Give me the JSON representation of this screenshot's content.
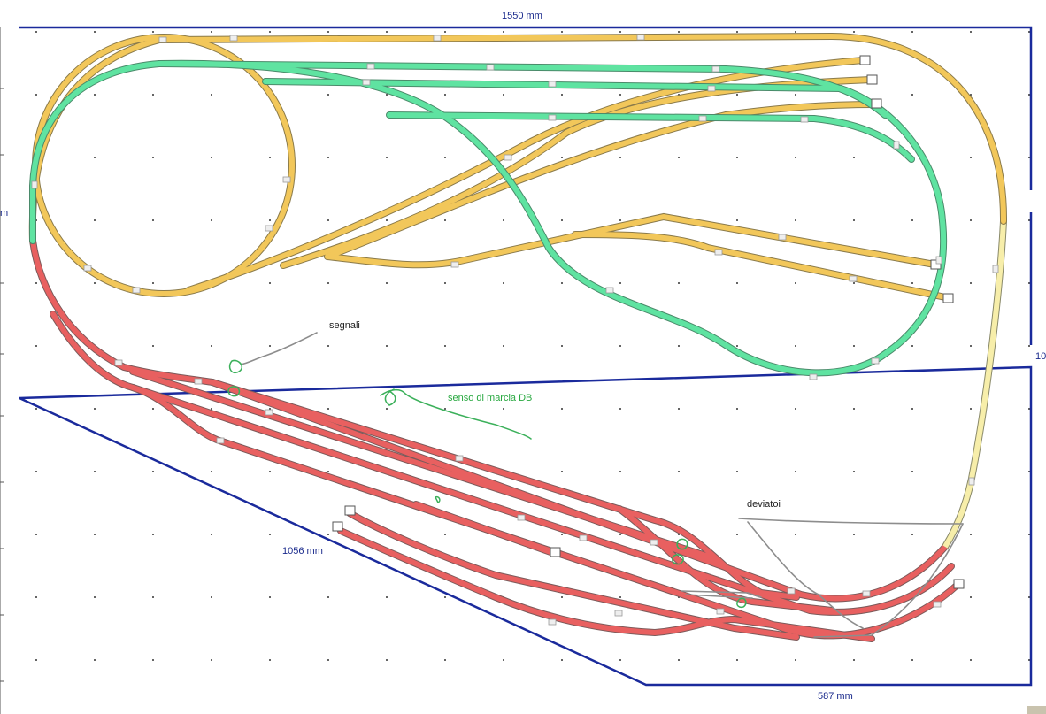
{
  "dimensions": {
    "top": "1550 mm",
    "left_edge": "m",
    "right_edge": "10",
    "diagonal": "1056 mm",
    "bottom": "587 mm"
  },
  "annotations": {
    "signals": "segnali",
    "direction": "senso di marcia DB",
    "turnouts": "deviatoi"
  },
  "colors": {
    "board_outline": "#1a2a9c",
    "track_yellow": "#f2c75a",
    "track_green": "#5fe3a1",
    "track_red": "#e86060",
    "track_pale_yellow": "#f7eeaa",
    "track_edge": "#8a8a8a",
    "pencil": "#9a9a9a",
    "marker_green": "#3bb05a"
  }
}
